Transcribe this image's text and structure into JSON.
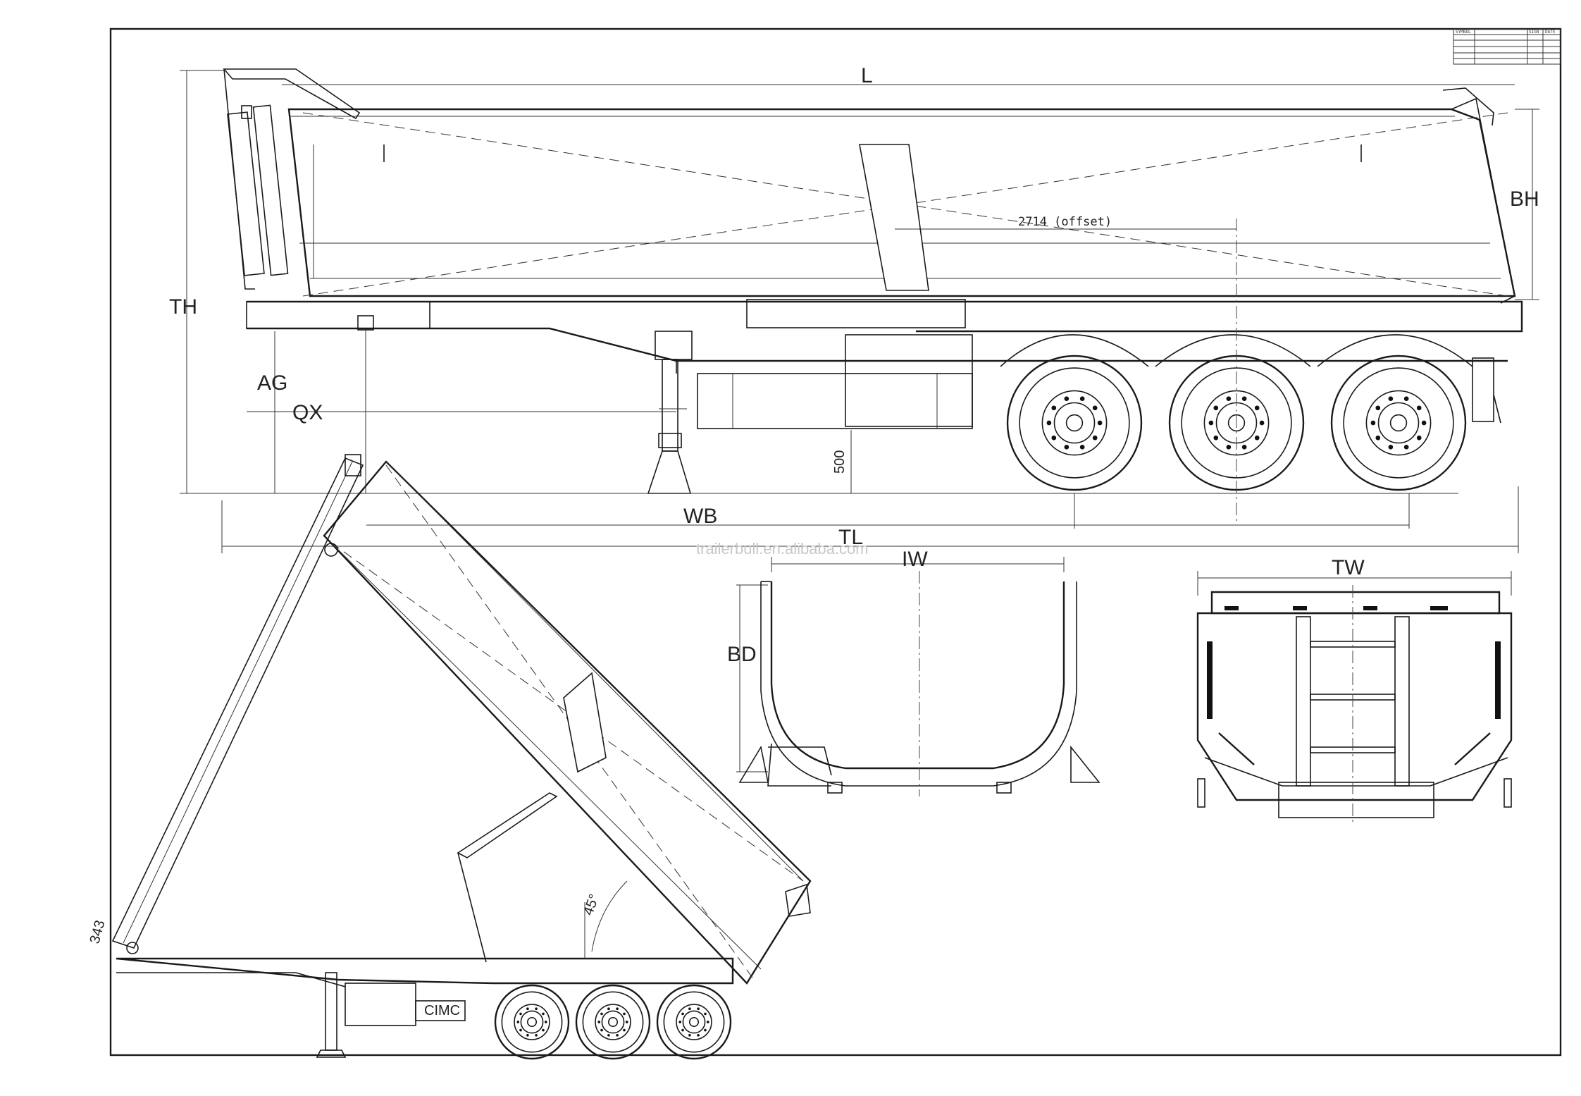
{
  "dimensions": {
    "length": "L",
    "body_height": "BH",
    "total_height": "TH",
    "ag": "AG",
    "qx": "QX",
    "wheelbase": "WB",
    "total_length": "TL",
    "inner_width": "IW",
    "body_depth": "BD",
    "total_width": "TW",
    "offset": "2714 (offset)",
    "landing_gear": "500",
    "tipping_angle": "45°",
    "pin": "343"
  },
  "watermark": "trailerbull.en.alibaba.com",
  "logo": "CIMC",
  "title_block": {
    "col1": "SYMBOL",
    "col2": "SIGN",
    "col3": "DATE"
  }
}
